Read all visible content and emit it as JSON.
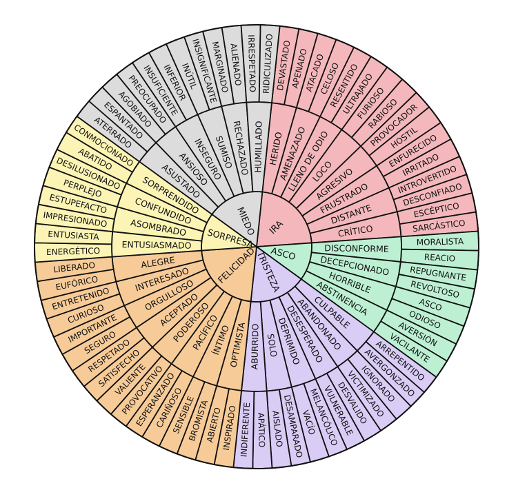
{
  "wheel": {
    "border_color": "#111111",
    "emotions": [
      {
        "core": "IRA",
        "color": "#f4b8bc",
        "secondary": [
          {
            "label": "HERIDO",
            "tertiary": [
              "DEVASTADO",
              "APENADO"
            ]
          },
          {
            "label": "AMENAZADO",
            "tertiary": [
              "ATACADO",
              "CELOSO"
            ]
          },
          {
            "label": "LLENO DE ODIO",
            "tertiary": [
              "RESENTIDO",
              "ULTRAJADO"
            ]
          },
          {
            "label": "LOCO",
            "tertiary": [
              "FURIOSO",
              "RABIOSO"
            ]
          },
          {
            "label": "AGRESIVO",
            "tertiary": [
              "PROVOCADOR",
              "HOSTIL"
            ]
          },
          {
            "label": "FRUSTRADO",
            "tertiary": [
              "ENFURECIDO",
              "IRRITADO"
            ]
          },
          {
            "label": "DISTANTE",
            "tertiary": [
              "INTROVERTIDO",
              "DESCONFIADO"
            ]
          },
          {
            "label": "CRÍTICO",
            "tertiary": [
              "ESCÉPTICO",
              "SARCÁSTICO"
            ]
          }
        ]
      },
      {
        "core": "ASCO",
        "color": "#bdf0d3",
        "secondary": [
          {
            "label": "DISCONFORME",
            "tertiary": [
              "MORALISTA",
              "REACIO"
            ]
          },
          {
            "label": "DECEPCIONADO",
            "tertiary": [
              "REPUGNANTE",
              "REVOLTOSO"
            ]
          },
          {
            "label": "HORRIBLE",
            "tertiary": [
              "ASCO",
              "ODIOSO"
            ]
          },
          {
            "label": "ABSTINENCIA",
            "tertiary": [
              "AVERSIÓN",
              "VACILANTE"
            ]
          }
        ]
      },
      {
        "core": "TRISTEZA",
        "color": "#d9cdf6",
        "secondary": [
          {
            "label": "CULPABLE",
            "tertiary": [
              "ARREPENTIDO",
              "AVERGONZADO"
            ]
          },
          {
            "label": "ABANDONADO",
            "tertiary": [
              "IGNORADO",
              "VICTIMIZADO"
            ]
          },
          {
            "label": "DESESPERADO",
            "tertiary": [
              "DESVALIDO",
              "VULNERABLE"
            ]
          },
          {
            "label": "DEPRIMIDO",
            "tertiary": [
              "MELANCÓLICO",
              "VACÍO"
            ]
          },
          {
            "label": "SOLO",
            "tertiary": [
              "DESAMPARADO",
              "AISLADO"
            ]
          },
          {
            "label": "ABURRIDO",
            "tertiary": [
              "APÁTICO",
              "INDIFERENTE"
            ]
          }
        ]
      },
      {
        "core": "FELICIDAD",
        "color": "#f7cb98",
        "secondary": [
          {
            "label": "OPTIMISTA",
            "tertiary": [
              "INSPIRADO",
              "ABIERTO"
            ]
          },
          {
            "label": "ÍNTIMO",
            "tertiary": [
              "BROMISTA",
              "SENSIBLE"
            ]
          },
          {
            "label": "PACÍFICO",
            "tertiary": [
              "CARIÑOSO",
              "ESPERANZADO"
            ]
          },
          {
            "label": "PODEROSO",
            "tertiary": [
              "PROVOCATIVO",
              "VALIENTE"
            ]
          },
          {
            "label": "ACEPTADO",
            "tertiary": [
              "SATISFECHO",
              "RESPETADO"
            ]
          },
          {
            "label": "ORGULLOSO",
            "tertiary": [
              "SEGURO",
              "IMPORTANTE"
            ]
          },
          {
            "label": "INTERESADO",
            "tertiary": [
              "CURIOSO",
              "ENTRETENIDO"
            ]
          },
          {
            "label": "ALEGRE",
            "tertiary": [
              "EUFÓRICO",
              "LIBERADO"
            ]
          }
        ]
      },
      {
        "core": "SORPRESA",
        "color": "#fbf4b5",
        "secondary": [
          {
            "label": "ENTUSIASMADO",
            "tertiary": [
              "ENERGÉTICO",
              "ENTUSIASTA"
            ]
          },
          {
            "label": "ASOMBRADO",
            "tertiary": [
              "IMPRESIONADO",
              "ESTUPEFACTO"
            ]
          },
          {
            "label": "CONFUNDIDO",
            "tertiary": [
              "PERPLEJO",
              "DESILUSIONADO"
            ]
          },
          {
            "label": "SORPRENDIDO",
            "tertiary": [
              "ABATIDO",
              "CONMOCIONADO"
            ]
          }
        ]
      },
      {
        "core": "MIEDO",
        "color": "#dcdcdc",
        "secondary": [
          {
            "label": "ASUSTADO",
            "tertiary": [
              "ATERRADO",
              "ESPANTADO"
            ]
          },
          {
            "label": "ANSIOSO",
            "tertiary": [
              "AGOBIADO",
              "PREOCUPADO"
            ]
          },
          {
            "label": "INSEGURO",
            "tertiary": [
              "INSUFICIENTE",
              "INFERIOR"
            ]
          },
          {
            "label": "SUMISO",
            "tertiary": [
              "INÚTIL",
              "INSIGNIFICANTE"
            ]
          },
          {
            "label": "RECHAZADO",
            "tertiary": [
              "MARGINADO",
              "ALIENADO"
            ]
          },
          {
            "label": "HUMILLADO",
            "tertiary": [
              "IRRESPETADO",
              "RIDICULIZADO"
            ]
          }
        ]
      }
    ]
  }
}
